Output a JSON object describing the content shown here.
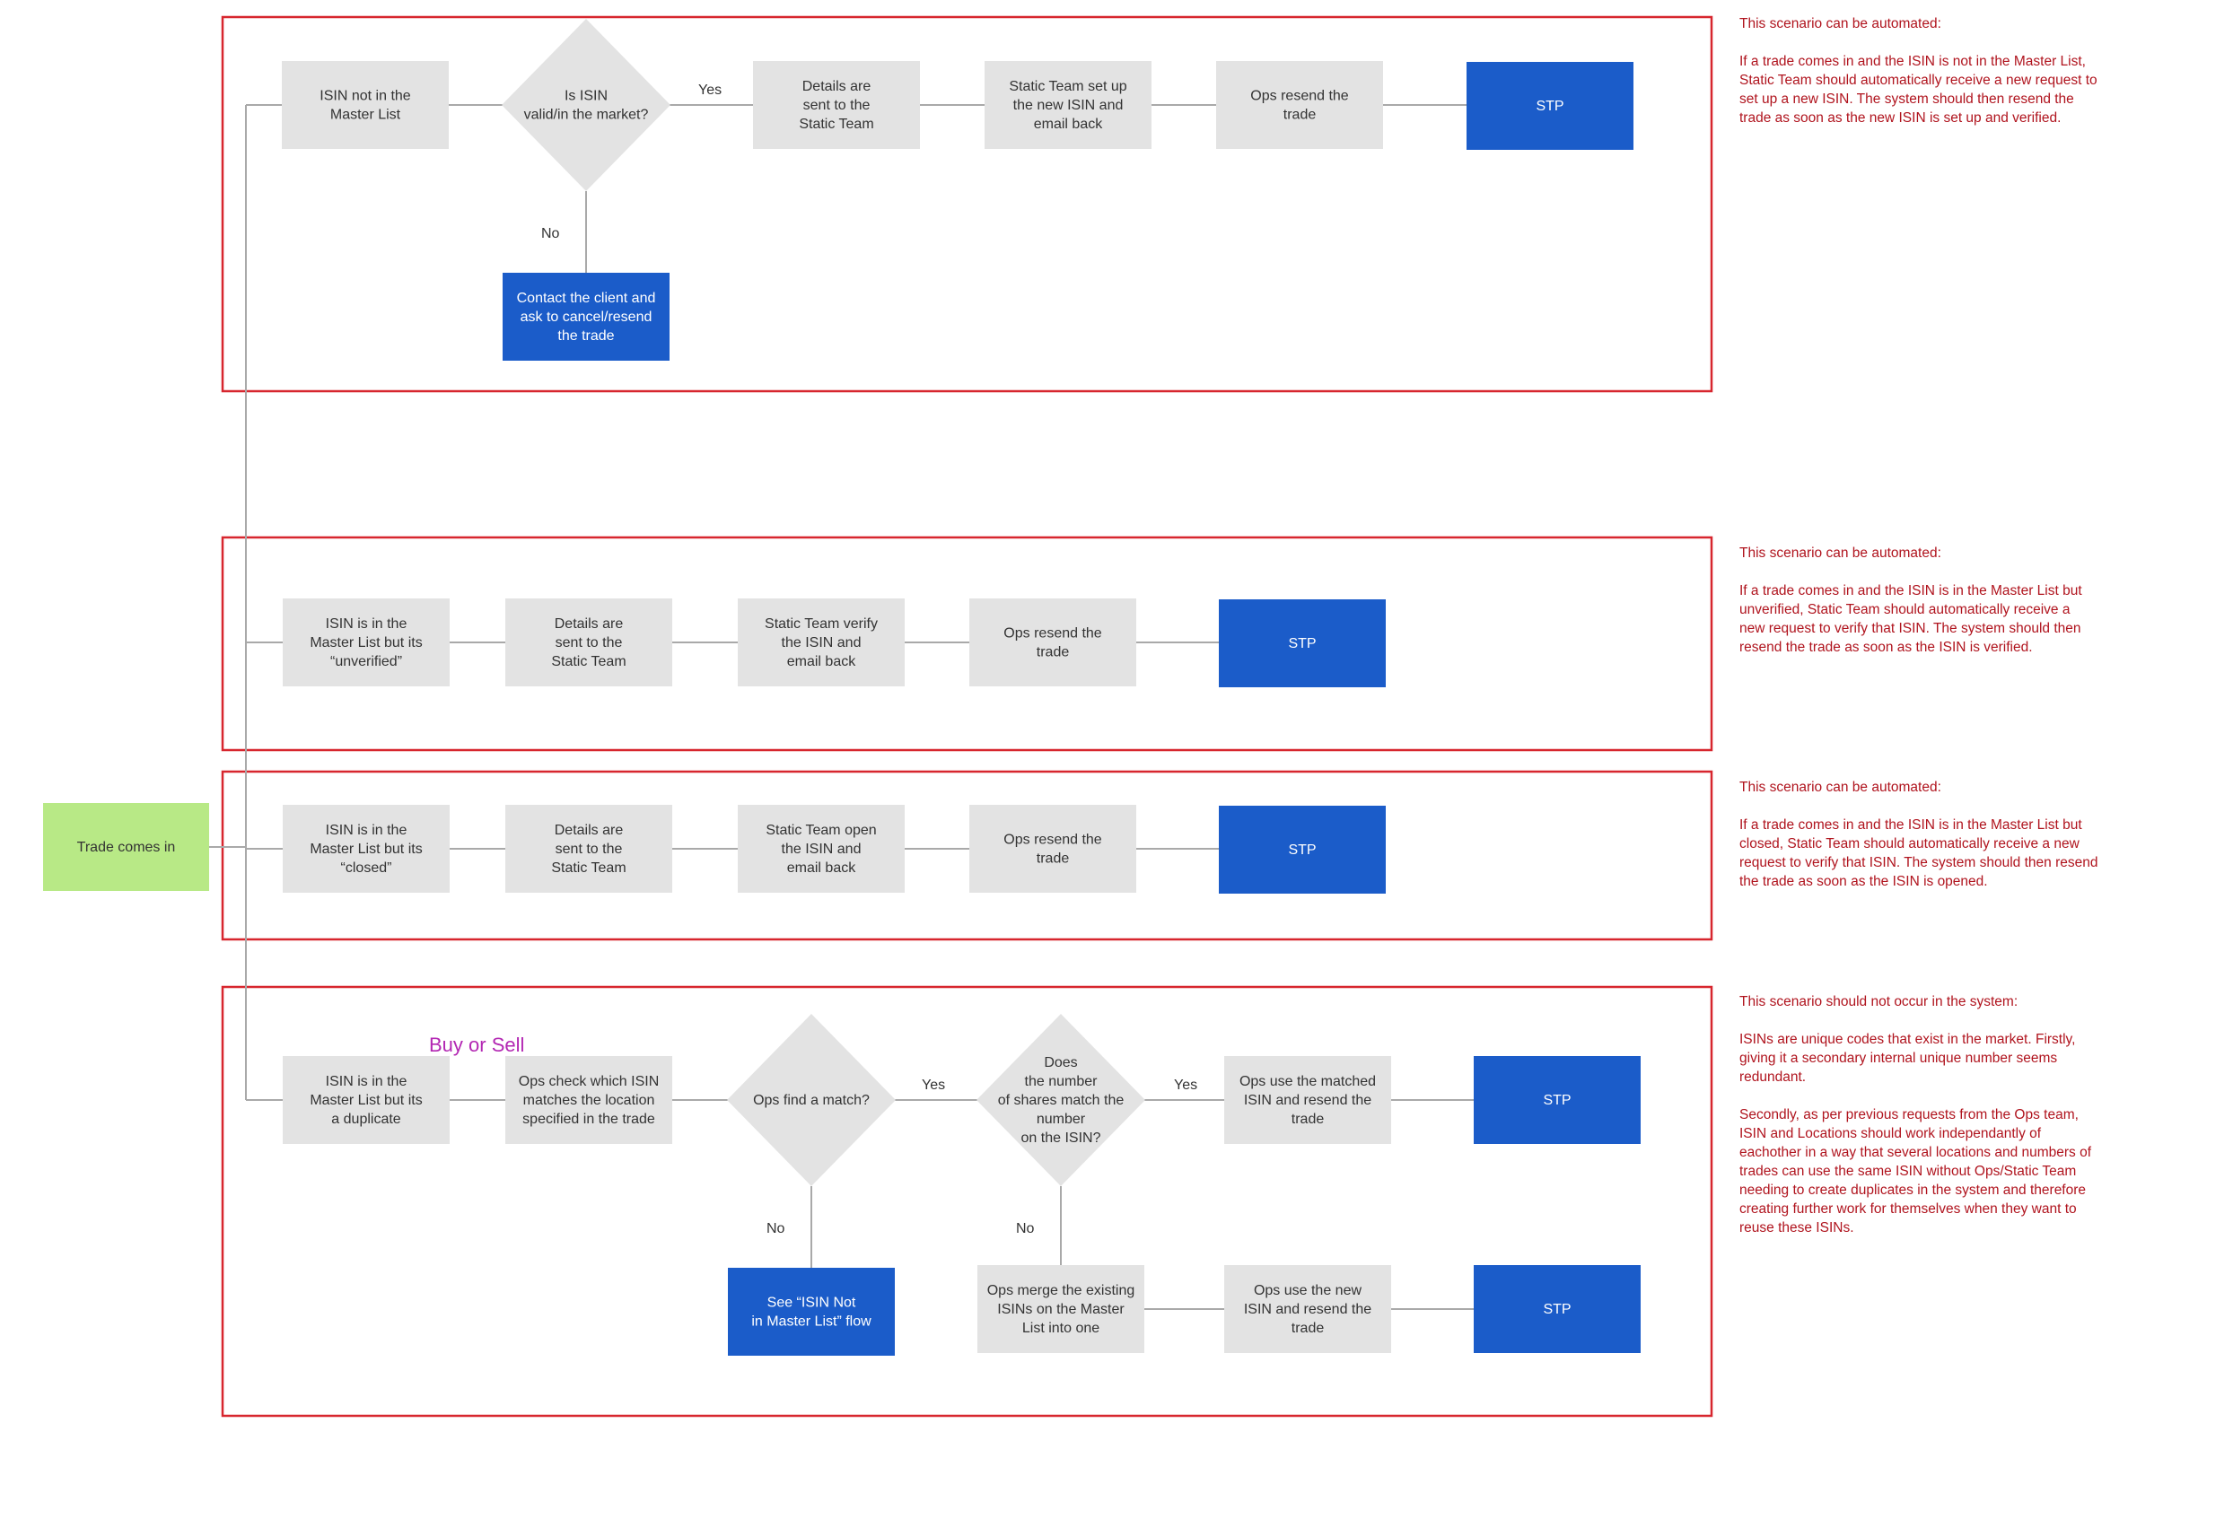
{
  "colors": {
    "process": "#e3e3e3",
    "process_text": "#333333",
    "terminal": "#1b5cc9",
    "terminal_text": "#ffffff",
    "start": "#b8e986",
    "start_text": "#333333",
    "frame": "#d7262e",
    "note_text": "#b0141e",
    "accent": "#b327b3",
    "connector": "#a9a9a9"
  },
  "nodes": {
    "trade_in": "Trade comes in",
    "s1_isin_not_in_list": "ISIN not in the\nMaster List",
    "s1_is_valid": "Is ISIN\nvalid/in the market?",
    "s1_details_sent": "Details are\nsent to the\nStatic Team",
    "s1_static_setup": "Static Team set up\nthe new ISIN and\nemail back",
    "s1_ops_resend": "Ops resend the\ntrade",
    "s1_stp": "STP",
    "s1_contact_client": "Contact the client and\nask to cancel/resend\nthe trade",
    "s2_unverified": "ISIN is in the\nMaster List but its\n“unverified”",
    "s2_details_sent": "Details are\nsent to the\nStatic Team",
    "s2_static_verify": "Static Team verify\nthe ISIN and\nemail back",
    "s2_ops_resend": "Ops resend the\ntrade",
    "s2_stp": "STP",
    "s3_closed": "ISIN is in the\nMaster List but its\n“closed”",
    "s3_details_sent": "Details are\nsent to the\nStatic Team",
    "s3_static_open": "Static Team open\nthe ISIN and\nemail back",
    "s3_ops_resend": "Ops resend the\ntrade",
    "s3_stp": "STP",
    "s4_duplicate": "ISIN is in the\nMaster List but its\na duplicate",
    "s4_ops_check": "Ops check which ISIN\nmatches the location\nspecified in the trade",
    "s4_find_match": "Ops find a match?",
    "s4_shares_match": "Does\nthe number\nof shares match the\nnumber\non the ISIN?",
    "s4_use_matched": "Ops use the matched\nISIN and resend the\ntrade",
    "s4_stp_a": "STP",
    "s4_see_flow": "See “ISIN Not\nin Master List” flow",
    "s4_merge": "Ops merge the existing\nISINs on the Master\nList into one",
    "s4_use_new": "Ops use the new\nISIN and resend the\ntrade",
    "s4_stp_b": "STP"
  },
  "edge_labels": {
    "s1_yes": "Yes",
    "s1_no": "No",
    "s4_match_yes": "Yes",
    "s4_match_no": "No",
    "s4_shares_yes": "Yes",
    "s4_shares_no": "No"
  },
  "annotation": {
    "buy_or_sell": "Buy or Sell"
  },
  "notes": {
    "s1": "This scenario can be automated:\n\nIf a trade comes in and the ISIN is not in the Master List, Static Team should automatically receive a new request to set up a new ISIN. The system should then resend the trade as soon as the new ISIN is set up and verified.",
    "s2": "This scenario can be automated:\n\nIf a trade comes in and the ISIN is in the Master List but unverified, Static Team should automatically receive a new request to verify that ISIN. The system should then resend the trade as soon as the ISIN is verified.",
    "s3": "This scenario can be automated:\n\nIf a trade comes in and the ISIN is in the Master List but closed, Static Team should automatically receive a new request to verify that ISIN. The system should then resend the trade as soon as the ISIN is opened.",
    "s4": "This scenario should not occur in the system:\n\nISINs are unique codes that exist in the market. Firstly, giving it a secondary internal unique number seems redundant.\n\nSecondly, as per previous requests from the Ops team, ISIN and Locations should work independantly of eachother in a way that several locations and numbers of trades can use the same ISIN without Ops/Static Team needing to create duplicates in the system and therefore creating further work for themselves when they want to reuse these ISINs."
  }
}
